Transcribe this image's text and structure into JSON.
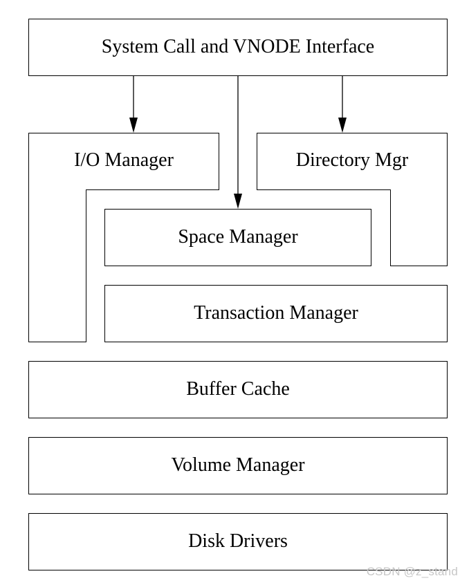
{
  "diagram": {
    "boxes": {
      "syscall": "System Call and VNODE Interface",
      "io_manager": "I/O Manager",
      "directory_mgr": "Directory Mgr",
      "space_manager": "Space Manager",
      "transaction_manager": "Transaction Manager",
      "buffer_cache": "Buffer Cache",
      "volume_manager": "Volume Manager",
      "disk_drivers": "Disk Drivers"
    },
    "arrows": [
      {
        "from": "System Call and VNODE Interface",
        "to": "I/O Manager"
      },
      {
        "from": "System Call and VNODE Interface",
        "to": "Space Manager"
      },
      {
        "from": "System Call and VNODE Interface",
        "to": "Directory Mgr"
      }
    ]
  },
  "watermark": "CSDN @z_stand",
  "colors": {
    "stroke": "#000000",
    "background": "#ffffff",
    "watermark": "#c7c7c7"
  }
}
